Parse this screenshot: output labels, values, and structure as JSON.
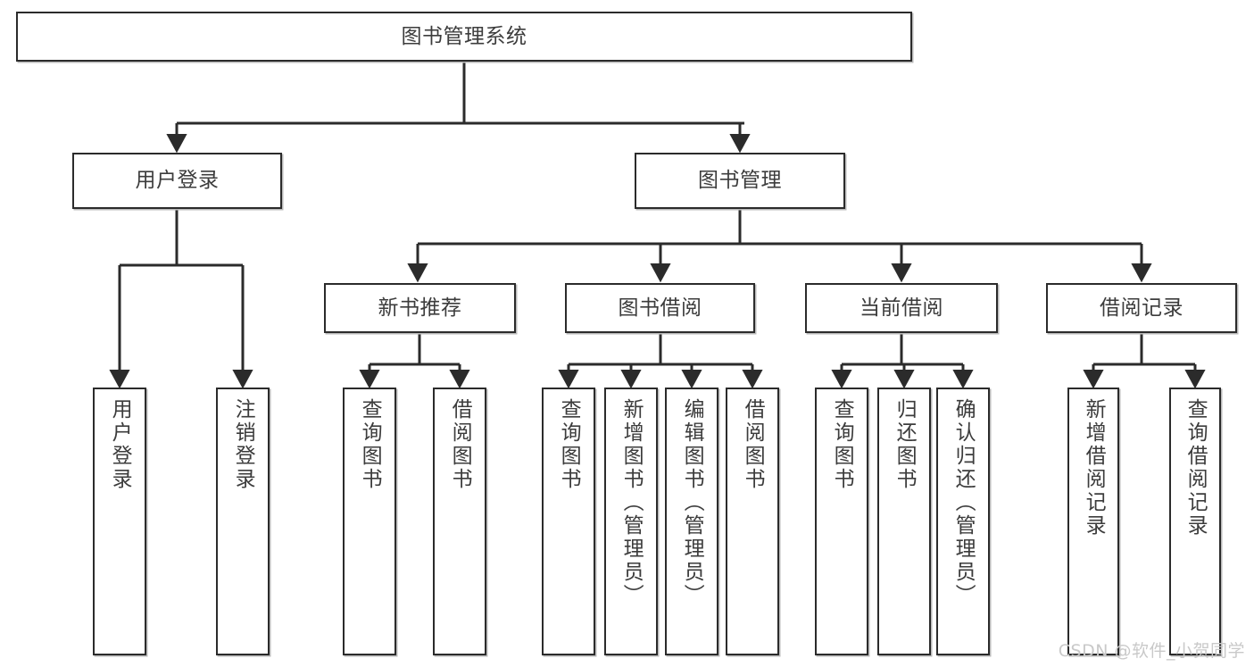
{
  "diagram": {
    "type": "tree-hierarchy",
    "title": "图书管理系统",
    "watermark": "CSDN @软件_小贺同学",
    "colors": {
      "box_border": "#2b2b2b",
      "box_fill": "#ffffff",
      "text": "#3c3c3c",
      "connector": "#2b2b2b",
      "shadow": "#b9b9b9",
      "watermark": "#c9c9c9"
    },
    "levels": {
      "root": {
        "label": "图书管理系统"
      },
      "level2": [
        {
          "label": "用户登录"
        },
        {
          "label": "图书管理"
        }
      ],
      "level3": [
        {
          "label": "新书推荐"
        },
        {
          "label": "图书借阅"
        },
        {
          "label": "当前借阅"
        },
        {
          "label": "借阅记录"
        }
      ],
      "leaves": {
        "user_login": [
          {
            "label": "用户登录"
          },
          {
            "label": "注销登录"
          }
        ],
        "new_book": [
          {
            "label": "查询图书"
          },
          {
            "label": "借阅图书"
          }
        ],
        "book_borrow": [
          {
            "label": "查询图书"
          },
          {
            "label": "新增图书（管理员）"
          },
          {
            "label": "编辑图书（管理员）"
          },
          {
            "label": "借阅图书"
          }
        ],
        "current_borrow": [
          {
            "label": "查询图书"
          },
          {
            "label": "归还图书"
          },
          {
            "label": "确认归还（管理员）"
          }
        ],
        "borrow_record": [
          {
            "label": "新增借阅记录"
          },
          {
            "label": "查询借阅记录"
          }
        ]
      }
    }
  }
}
